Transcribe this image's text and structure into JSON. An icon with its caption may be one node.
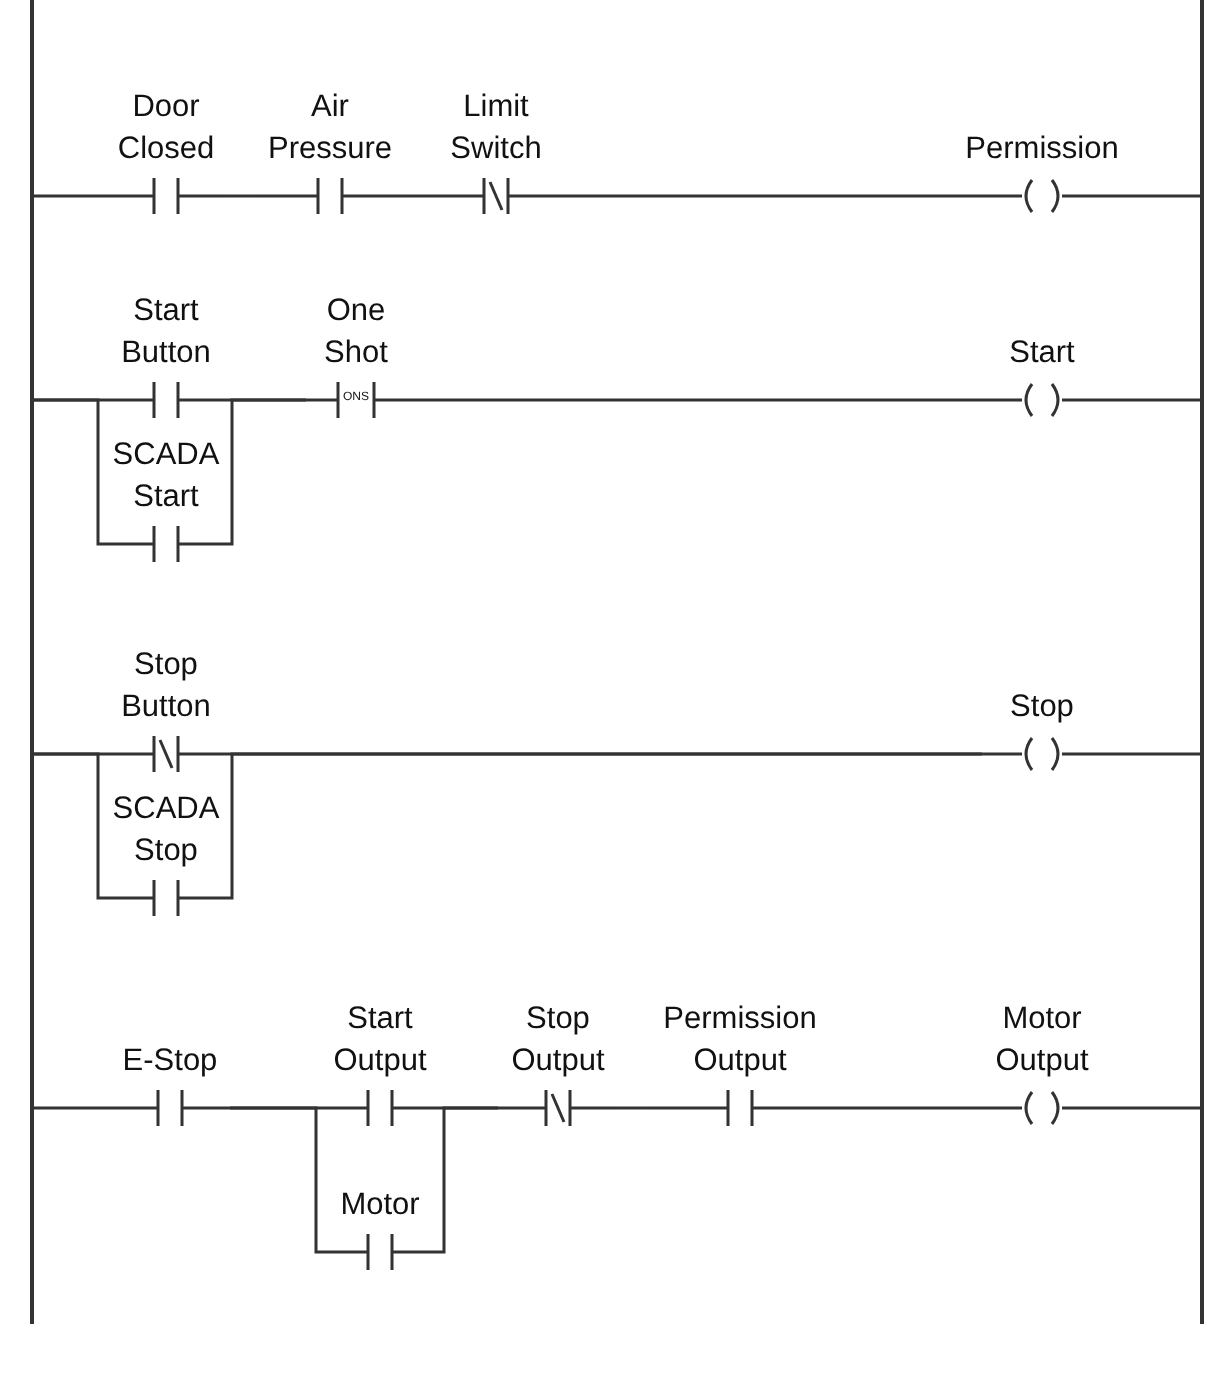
{
  "diagram": {
    "nodes": [
      {
        "text": [
          "Door Closed"
        ]
      },
      {
        "text": [
          "Air Pressure"
        ]
      },
      {
        "text": [
          "Limit Switch"
        ]
      },
      {
        "text": [
          "Permission"
        ]
      },
      {
        "text": [
          "Start Button"
        ]
      },
      {
        "text": [
          "SCADA Start"
        ]
      },
      {
        "text": [
          "One Shot",
          "ONS"
        ]
      },
      {
        "text": [
          "Start"
        ]
      },
      {
        "text": [
          "Stop Button"
        ]
      },
      {
        "text": [
          "SCADA Stop"
        ]
      },
      {
        "text": [
          "Stop"
        ]
      },
      {
        "text": [
          "E-Stop"
        ]
      },
      {
        "text": [
          "Start Output"
        ]
      },
      {
        "text": [
          "Motor"
        ]
      },
      {
        "text": [
          "Stop Output"
        ]
      },
      {
        "text": [
          "Permission Output"
        ]
      },
      {
        "text": [
          "Motor Output"
        ]
      },
      {
        "text": [],
        "shape": "bar"
      },
      {
        "text": [],
        "shape": "bar"
      }
    ],
    "edges": [
      {
        "from": 0,
        "to": 1,
        "arrow": "none"
      },
      {
        "from": 1,
        "to": 2,
        "arrow": "none"
      },
      {
        "from": 2,
        "to": 3,
        "arrow": "none"
      },
      {
        "from": 4,
        "to": 6,
        "arrow": "none"
      },
      {
        "from": 5,
        "to": 6,
        "arrow": "none"
      },
      {
        "from": 6,
        "to": 7,
        "arrow": "none"
      },
      {
        "from": 8,
        "to": 10,
        "arrow": "none"
      },
      {
        "from": 9,
        "to": 10,
        "arrow": "none"
      },
      {
        "from": 11,
        "to": 12,
        "arrow": "none"
      },
      {
        "from": 11,
        "to": 13,
        "arrow": "none"
      },
      {
        "from": 12,
        "to": 14,
        "arrow": "none"
      },
      {
        "from": 13,
        "to": 14,
        "arrow": "none"
      },
      {
        "from": 14,
        "to": 15,
        "arrow": "none"
      },
      {
        "from": 15,
        "to": 16,
        "arrow": "none"
      },
      {
        "from": 17,
        "to": 0,
        "arrow": "none"
      },
      {
        "from": 17,
        "to": 4,
        "arrow": "none"
      },
      {
        "from": 17,
        "to": 5,
        "arrow": "none"
      },
      {
        "from": 17,
        "to": 8,
        "arrow": "none"
      },
      {
        "from": 17,
        "to": 9,
        "arrow": "none"
      },
      {
        "from": 17,
        "to": 11,
        "arrow": "none"
      },
      {
        "from": 3,
        "to": 18,
        "arrow": "none"
      },
      {
        "from": 7,
        "to": 18,
        "arrow": "none"
      },
      {
        "from": 10,
        "to": 18,
        "arrow": "none"
      },
      {
        "from": 16,
        "to": 18,
        "arrow": "none"
      }
    ]
  }
}
